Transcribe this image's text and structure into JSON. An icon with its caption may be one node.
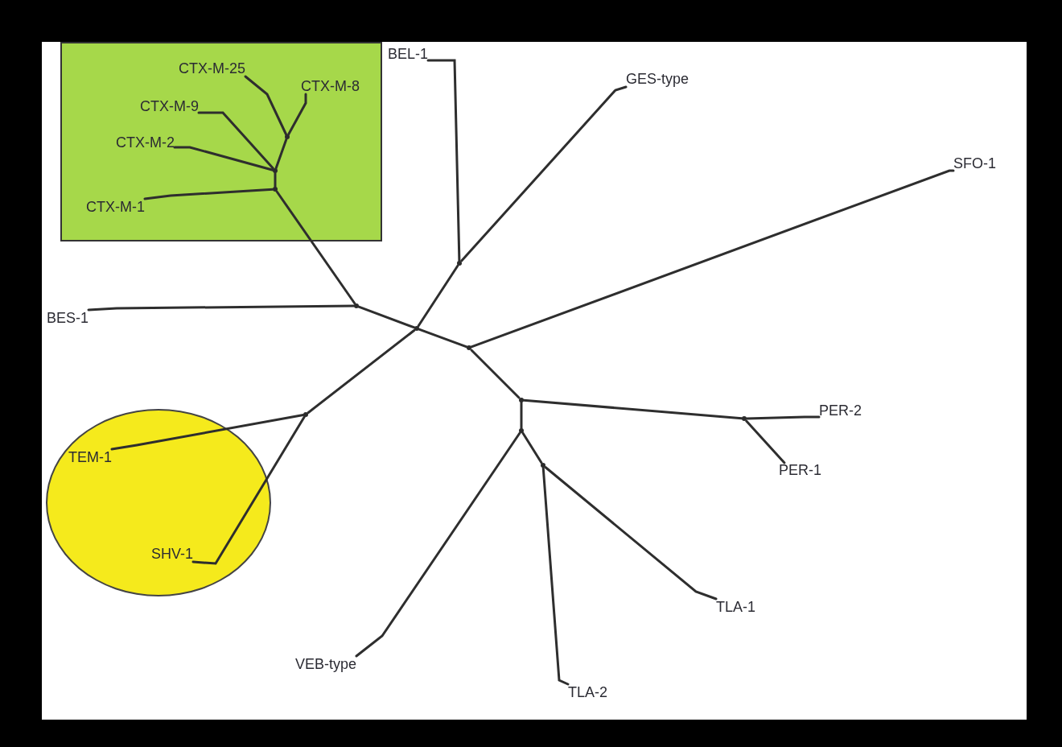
{
  "diagram": {
    "nodes": [
      {
        "text": [],
        "shape": "box"
      },
      {
        "text": [
          "CTX-M-25"
        ],
        "in": 0
      },
      {
        "text": [
          "CTX-M-8"
        ],
        "in": 0
      },
      {
        "text": [
          "CTX-M-9"
        ],
        "in": 0
      },
      {
        "text": [
          "CTX-M-2"
        ],
        "in": 0
      },
      {
        "text": [
          "CTX-M-1"
        ],
        "in": 0
      },
      {
        "text": [
          "BEL-1"
        ]
      },
      {
        "text": [
          "GES-type"
        ]
      },
      {
        "text": [
          "SFO-1"
        ]
      },
      {
        "text": [
          "BES-1"
        ]
      },
      {
        "text": [
          "PER-2"
        ]
      },
      {
        "text": [],
        "shape": "circle"
      },
      {
        "text": [
          "TEM-1"
        ],
        "in": 11
      },
      {
        "text": [
          "PER-1"
        ]
      },
      {
        "text": [
          "SHV-1"
        ],
        "in": 11
      },
      {
        "text": [
          "TLA-1"
        ]
      },
      {
        "text": [
          "VEB-type"
        ]
      },
      {
        "text": [
          "TLA-2"
        ]
      },
      {
        "text": [],
        "shape": "dot",
        "in": 0
      },
      {
        "text": [],
        "shape": "dot",
        "in": 0
      },
      {
        "text": [],
        "shape": "dot",
        "in": 0
      },
      {
        "text": [],
        "shape": "dot"
      },
      {
        "text": [],
        "shape": "dot"
      },
      {
        "text": [],
        "shape": "dot"
      },
      {
        "text": [],
        "shape": "dot"
      },
      {
        "text": [],
        "shape": "dot"
      },
      {
        "text": [],
        "shape": "dot"
      },
      {
        "text": [],
        "shape": "dot"
      },
      {
        "text": [],
        "shape": "dot"
      },
      {
        "text": [],
        "shape": "dot"
      }
    ],
    "edges": [
      {
        "from": 18,
        "to": 1,
        "arrow": "none"
      },
      {
        "from": 18,
        "to": 2,
        "arrow": "none"
      },
      {
        "from": 19,
        "to": 18,
        "arrow": "none"
      },
      {
        "from": 19,
        "to": 3,
        "arrow": "none"
      },
      {
        "from": 19,
        "to": 4,
        "arrow": "none"
      },
      {
        "from": 20,
        "to": 19,
        "arrow": "none"
      },
      {
        "from": 20,
        "to": 5,
        "arrow": "none"
      },
      {
        "from": 21,
        "to": 20,
        "arrow": "none"
      },
      {
        "from": 21,
        "to": 9,
        "arrow": "none"
      },
      {
        "from": 22,
        "to": 21,
        "arrow": "none"
      },
      {
        "from": 23,
        "to": 6,
        "arrow": "none"
      },
      {
        "from": 23,
        "to": 7,
        "arrow": "none"
      },
      {
        "from": 22,
        "to": 23,
        "arrow": "none"
      },
      {
        "from": 24,
        "to": 8,
        "arrow": "none"
      },
      {
        "from": 22,
        "to": 24,
        "arrow": "none"
      },
      {
        "from": 25,
        "to": 24,
        "arrow": "none"
      },
      {
        "from": 26,
        "to": 10,
        "arrow": "none"
      },
      {
        "from": 26,
        "to": 13,
        "arrow": "none"
      },
      {
        "from": 25,
        "to": 26,
        "arrow": "none"
      },
      {
        "from": 27,
        "to": 25,
        "arrow": "none"
      },
      {
        "from": 27,
        "to": 16,
        "arrow": "none"
      },
      {
        "from": 28,
        "to": 27,
        "arrow": "none"
      },
      {
        "from": 28,
        "to": 15,
        "arrow": "none"
      },
      {
        "from": 28,
        "to": 17,
        "arrow": "none"
      },
      {
        "from": 29,
        "to": 12,
        "arrow": "none"
      },
      {
        "from": 29,
        "to": 14,
        "arrow": "none"
      },
      {
        "from": 22,
        "to": 29,
        "arrow": "none"
      }
    ]
  }
}
